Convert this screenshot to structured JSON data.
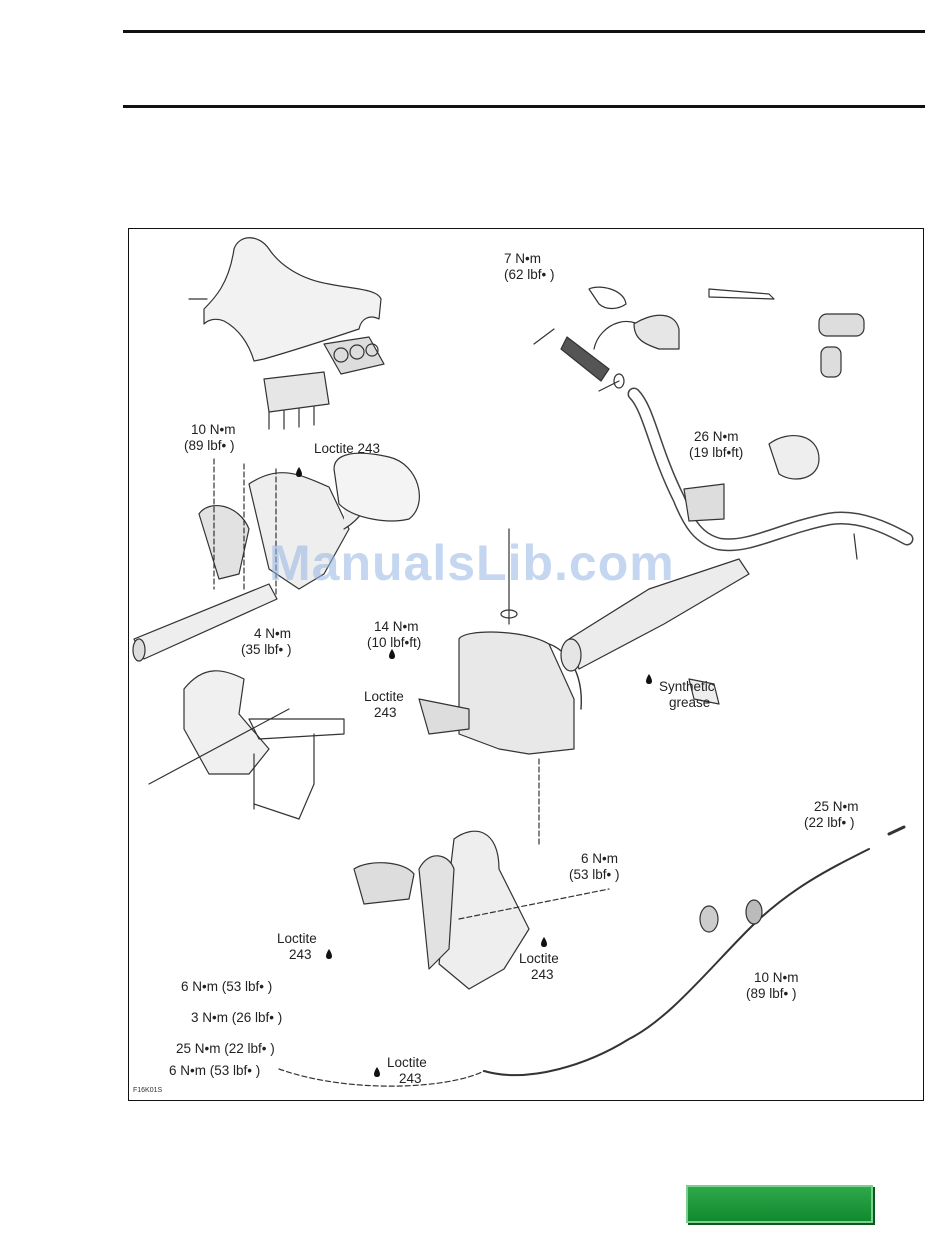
{
  "figure": {
    "code": "F16K01S",
    "watermark": "ManualsLib.com",
    "labels": {
      "t7nm": "7 N•m",
      "t62": "(62 lbf•   )",
      "t10nm_a": "10 N•m",
      "t89_a": "(89 lbf•   )",
      "loctite_a": "Loctite 243",
      "t26nm": "26 N•m",
      "t19": "(19 lbf•ft)",
      "t4nm": "4 N•m",
      "t35": "(35 lbf•   )",
      "t14nm": "14 N•m",
      "t10lbfft": "(10 lbf•ft)",
      "loctite_b1": "Loctite",
      "loctite_b2": "243",
      "synthetic1": "Synthetic",
      "synthetic2": "grease",
      "t25nm_a": "25 N•m",
      "t22_a": "(22 lbf•   )",
      "t6nm_a": "6 N•m",
      "t53_a": "(53 lbf•   )",
      "loctite_c1": "Loctite",
      "loctite_c2": "243",
      "loctite_d1": "Loctite",
      "loctite_d2": "243",
      "t10nm_b": "10 N•m",
      "t89_b": "(89 lbf•   )",
      "t6nm_53": "6 N•m (53 lbf•   )",
      "t3nm_26": "3 N•m (26 lbf•   )",
      "t25nm_22": "25 N•m (22 lbf•   )",
      "t6nm_53b": "6 N•m (53 lbf•   )",
      "loctite_e1": "Loctite",
      "loctite_e2": "243"
    }
  }
}
